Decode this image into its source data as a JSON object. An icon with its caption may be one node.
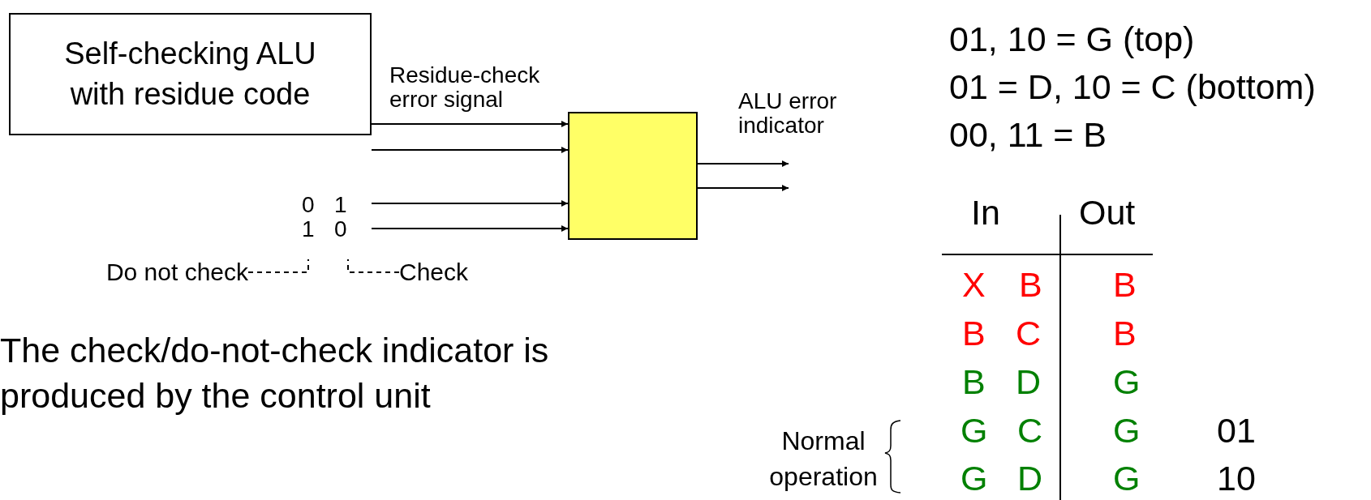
{
  "diagram": {
    "nodes": [
      {
        "text": [
          "Self-checking ALU with residue code"
        ]
      },
      {
        "text": [],
        "shape": "box"
      },
      {
        "text": [
          "Do not check"
        ]
      },
      {
        "text": [
          "Check"
        ]
      }
    ],
    "edges": [
      {
        "from": 0,
        "to": 1,
        "arrow": "to",
        "label": "Residue-check error signal"
      },
      {
        "from": 0,
        "to": 1,
        "arrow": "to"
      },
      {
        "from": null,
        "to": 1,
        "arrow": "to"
      },
      {
        "from": null,
        "to": 1,
        "arrow": "to"
      },
      {
        "from": 1,
        "to": null,
        "arrow": "to",
        "label": "ALU error indicator"
      },
      {
        "from": 1,
        "to": null,
        "arrow": "to"
      },
      {
        "from": 2,
        "to": null,
        "arrow": "none",
        "style": "dashed"
      },
      {
        "from": 3,
        "to": null,
        "arrow": "none",
        "style": "dashed"
      }
    ],
    "labels": [
      "01, 10 = G (top)",
      "01 = D, 10 = C (bottom)",
      "00, 11 = B",
      "0",
      "1",
      "1",
      "0",
      "The check/do-not-check indicator is produced by the control unit",
      "In",
      "Out",
      "X",
      "B",
      "B",
      "B",
      "C",
      "B",
      "B",
      "D",
      "G",
      "Normal operation",
      "G",
      "C",
      "G",
      "01",
      "G",
      "D",
      "G",
      "10"
    ]
  }
}
